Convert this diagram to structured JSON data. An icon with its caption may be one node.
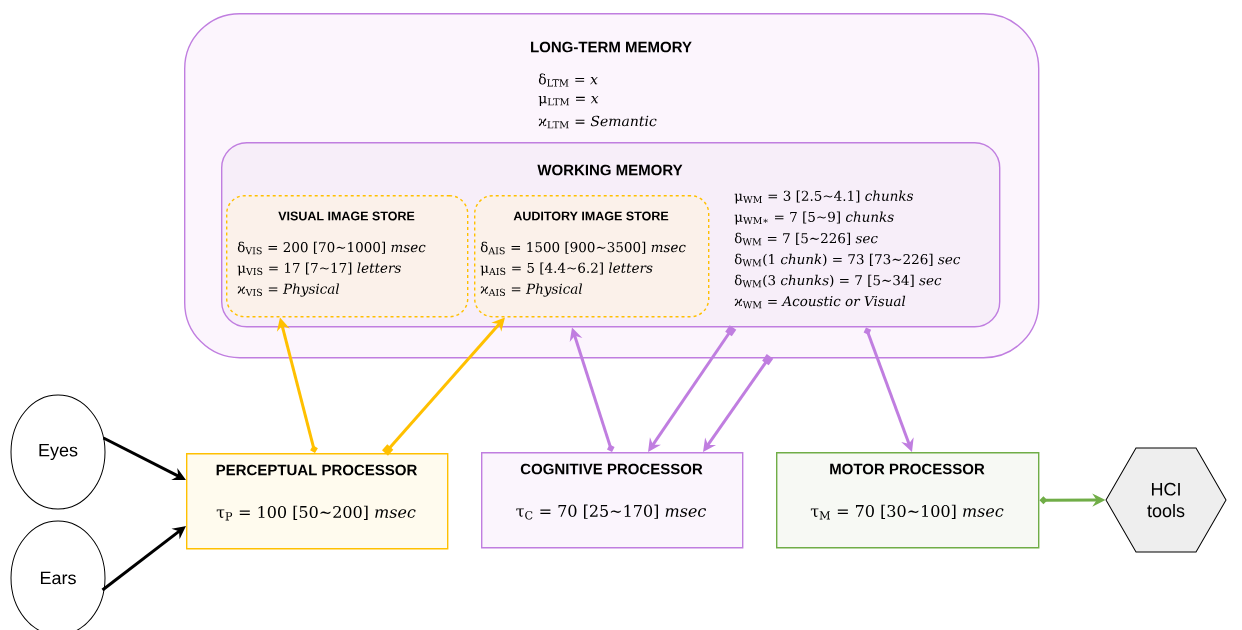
{
  "diagram": {
    "nodes": [
      {
        "text": [
          "LONG-TERM MEMORY",
          "δ$_{LTM}$ = *x*",
          "μ$_{LTM}$ = *x*",
          "ϰ$_{LTM}$ = *Semantic*"
        ]
      },
      {
        "text": [
          "WORKING MEMORY",
          "μ$_{WM}$ = 3 [2.5∼4.1] *chunks*",
          "μ$_{WM∗}$ = 7 [5∼9] *chunks*",
          "δ$_{WM}$ = 7 [5∼226] *sec*",
          "δ$_{WM}$(1 *chunk*) = 73 [73∼226] *sec*",
          "δ$_{WM}$(3 *chunks*) = 7 [5∼34] *sec*",
          "ϰ$_{WM}$ = *Acoustic or Visual*"
        ],
        "in": 0
      },
      {
        "text": [
          "VISUAL IMAGE STORE",
          "δ$_{VIS}$ = 200 [70∼1000] *msec*",
          "μ$_{VIS}$ = 17 [7∼17] *letters*",
          "ϰ$_{VIS}$ = *Physical*"
        ],
        "in": 1
      },
      {
        "text": [
          "AUDITORY IMAGE STORE",
          "δ$_{AIS}$ = 1500 [900∼3500] *msec*",
          "μ$_{AIS}$ = 5 [4.4∼6.2] *letters*",
          "ϰ$_{AIS}$ = *Physical*"
        ],
        "in": 1
      },
      {
        "text": [
          "Eyes"
        ]
      },
      {
        "text": [
          "Ears"
        ]
      },
      {
        "text": [
          "PERCEPTUAL PROCESSOR",
          "τ$_{P}$ = 100 [50∼200] *msec*"
        ]
      },
      {
        "text": [
          "COGNITIVE PROCESSOR",
          "τ$_{C}$ = 70 [25∼170] *msec*"
        ]
      },
      {
        "text": [
          "MOTOR PROCESSOR",
          "τ$_{M}$ = 70 [30∼100] *msec*"
        ]
      },
      {
        "text": [
          "HCI tools"
        ]
      }
    ],
    "edges": [
      {
        "from": 4,
        "to": 6,
        "arrow": "to",
        "color": "#000000"
      },
      {
        "from": 5,
        "to": 6,
        "arrow": "to",
        "color": "#000000"
      },
      {
        "from": 6,
        "to": 2,
        "arrow": "to",
        "color": "#ffc000"
      },
      {
        "from": 6,
        "to": 3,
        "arrow": "to",
        "color": "#ffc000"
      },
      {
        "from": 7,
        "to": 1,
        "arrow": "to"
      },
      {
        "from": 1,
        "to": 7,
        "arrow": "to"
      },
      {
        "from": 0,
        "to": 7,
        "arrow": "to"
      },
      {
        "from": 1,
        "to": 8,
        "arrow": "to"
      },
      {
        "from": 8,
        "to": 9,
        "arrow": "to",
        "color": "#70ad47"
      }
    ]
  }
}
